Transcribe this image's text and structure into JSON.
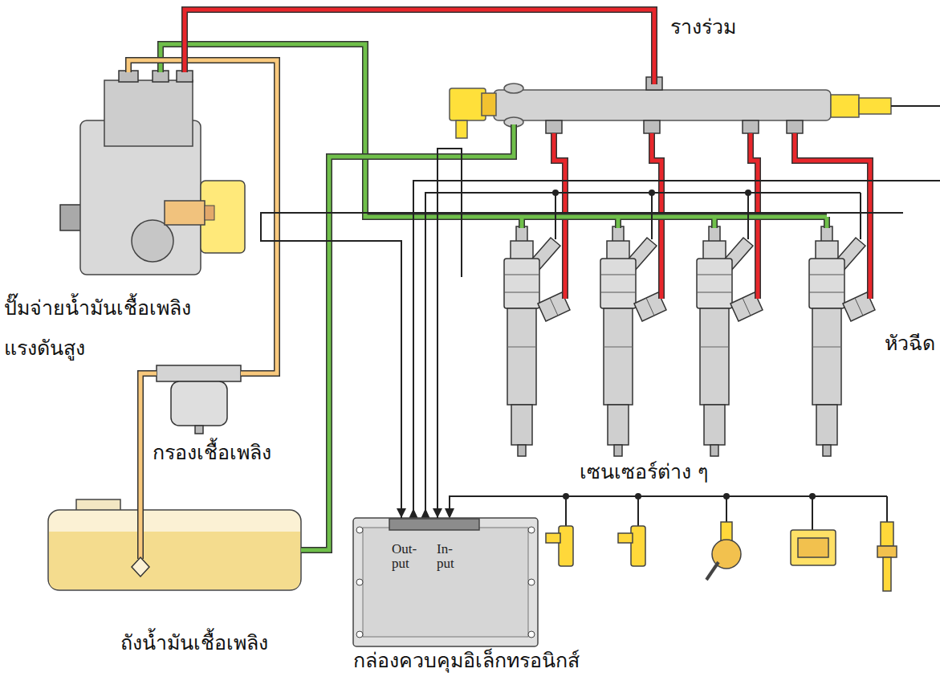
{
  "diagram": {
    "nodes": [
      {
        "text": [
          "รางร่วม"
        ]
      },
      {
        "text": [
          "ปั๊มจ่ายน้ำมันเชื้อเพลิง",
          "แรงดันสูง"
        ]
      },
      {
        "text": [
          "กรองเชื้อเพลิง"
        ]
      },
      {
        "text": [
          "ถังน้ำมันเชื้อเพลิง"
        ]
      },
      {
        "text": [
          "Out- put",
          "In- put",
          "กล่องควบคุมอิเล็กทรอนิกส์"
        ]
      }
    ],
    "edges": [
      {
        "from": 3,
        "to": 2,
        "arrow": "none"
      },
      {
        "from": 2,
        "to": 1,
        "arrow": "none"
      },
      {
        "from": 1,
        "to": 0,
        "arrow": "none"
      },
      {
        "from": 0,
        "to": 3,
        "arrow": "none"
      },
      {
        "from": 1,
        "to": 4,
        "arrow": "to"
      },
      {
        "from": 0,
        "to": 4,
        "arrow": "to"
      }
    ],
    "labels": [
      "หัวฉีด",
      "เซนเซอร์ต่าง ๆ"
    ]
  }
}
